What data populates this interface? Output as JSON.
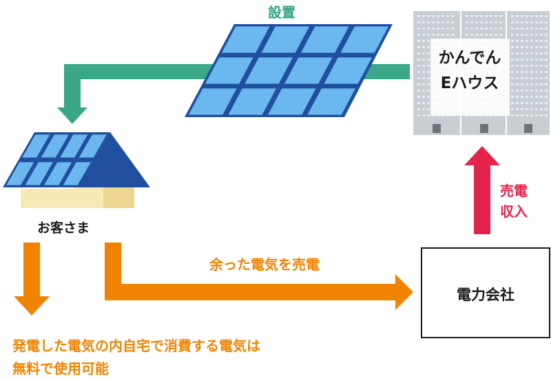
{
  "labels": {
    "install": "設置",
    "customer": "お客さま",
    "surplus_sale": "余った電気を売電",
    "sales_income": "売電\n収入",
    "power_company": "電力会社",
    "company_line1": "かんでん",
    "company_line2": "Eハウス",
    "self_consumption_line1": "発電した電気の内自宅で消費する電気は",
    "self_consumption_line2": "無料で使用可能"
  },
  "colors": {
    "install_arrow": "#3aa887",
    "sale_arrow": "#f08300",
    "income_arrow": "#e4234c",
    "panel_frame": "#1f4f9e",
    "panel_cell": "#6bb8ee",
    "house_wall": "#f6e9b3",
    "building": "#c9ced3"
  }
}
